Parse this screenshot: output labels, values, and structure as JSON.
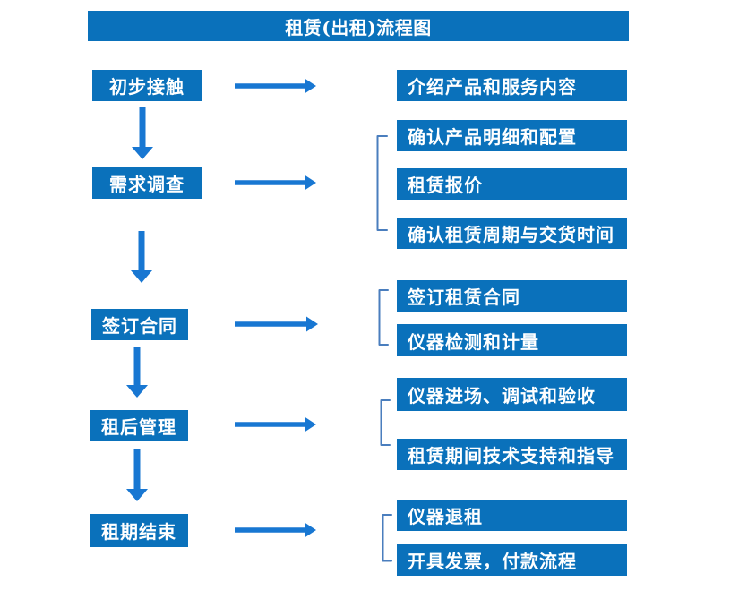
{
  "title": "租赁(出租)流程图",
  "colors": {
    "background": "#FFFFFF",
    "box_fill": "#0A71BB",
    "box_text": "#FFFFFF",
    "arrow": "#1877D2",
    "bracket": "#4A7EBE"
  },
  "stages": [
    {
      "label": "初步接触",
      "outputs": [
        "介绍产品和服务内容"
      ]
    },
    {
      "label": "需求调查",
      "outputs": [
        "确认产品明细和配置",
        "租赁报价",
        "确认租赁周期与交货时间"
      ]
    },
    {
      "label": "签订合同",
      "outputs": [
        "签订租赁合同",
        "仪器检测和计量"
      ]
    },
    {
      "label": "租后管理",
      "outputs": [
        "仪器进场、调试和验收",
        "租赁期间技术支持和指导"
      ]
    },
    {
      "label": "租期结束",
      "outputs": [
        "仪器退租",
        "开具发票，付款流程"
      ]
    }
  ]
}
